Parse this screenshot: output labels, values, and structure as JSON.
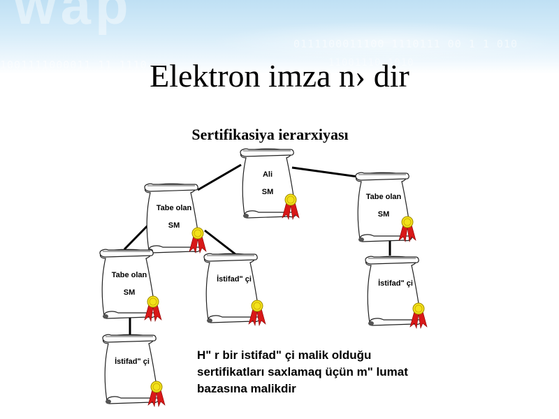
{
  "banner": {
    "watermark_big": "wap",
    "binary_1": "0111100011100 1110111 00 1 1 010",
    "binary_2": "1001111000011 11 1110",
    "binary_3": "11001110 1010"
  },
  "title": "Elektron imza n› dir",
  "subtitle": "Sertifikasiya ierarxiyası",
  "nodes": {
    "root": {
      "line1": "Ali",
      "line2": "SM"
    },
    "sub_left": {
      "line1": "Tabe olan",
      "line2": "SM"
    },
    "sub_right": {
      "line1": "Tabe olan",
      "line2": "SM"
    },
    "sub_left2": {
      "line1": "Tabe olan",
      "line2": "SM"
    },
    "user_mid": {
      "line1": "İstifadʺ çi"
    },
    "user_right": {
      "line1": "İstifadʺ çi"
    },
    "user_bottom": {
      "line1": "İstifadʺ çi"
    }
  },
  "note": {
    "line1": "Hʺ r  bir istifadʺ çi malik olduğu",
    "line2": "sertifikatları saxlamaq üçün mʺ lumat",
    "line3": "bazasına malikdir"
  },
  "colors": {
    "seal_ribbon": "#d81818",
    "seal_gold": "#f2e21a",
    "line": "#000000"
  }
}
